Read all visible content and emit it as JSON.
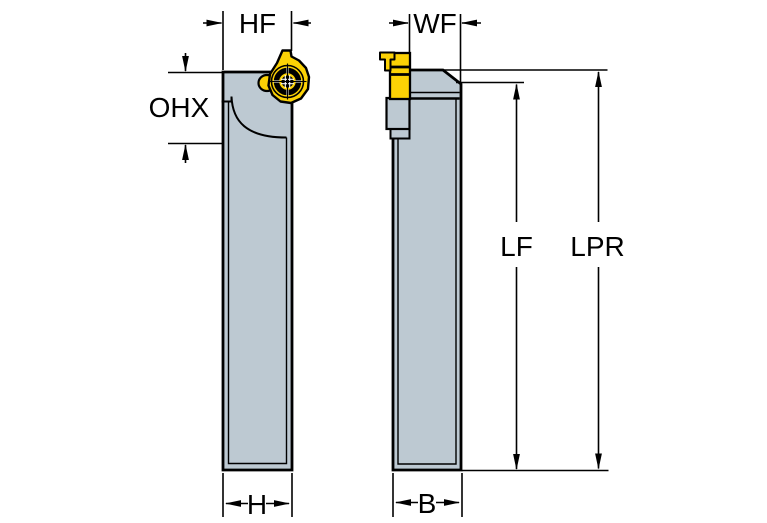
{
  "drawing": {
    "dimension_labels": {
      "hf": "HF",
      "ohx": "OHX",
      "wf": "WF",
      "lf": "LF",
      "lpr": "LPR",
      "h": "H",
      "b": "B"
    },
    "colors": {
      "body": "#bdc9d2",
      "insert": "#fcd205",
      "line": "#000000",
      "background": "#ffffff"
    }
  }
}
